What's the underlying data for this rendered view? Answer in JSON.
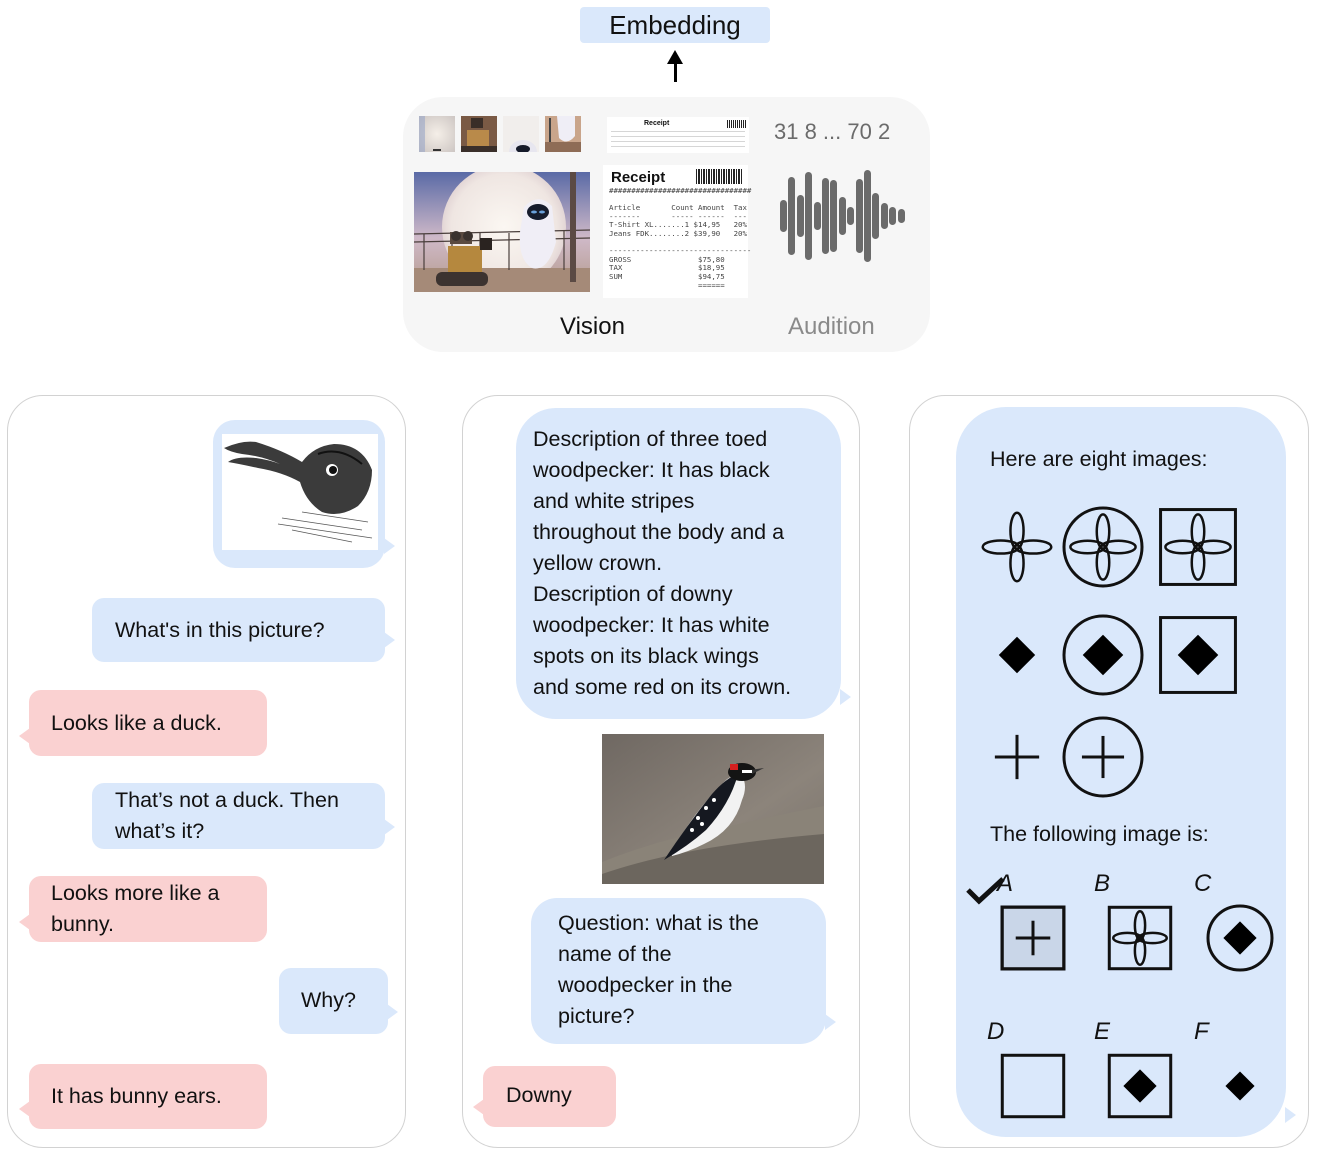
{
  "top": {
    "embedding_label": "Embedding",
    "arrow_icon": "arrow-up-icon",
    "vision_label": "Vision",
    "audition_label": "Audition",
    "audio_tokens": "31 8 ... 70 2",
    "vision_image_description": "Wall-E and EVE in front of a large moon",
    "thumbnail_count": 4,
    "receipt": {
      "title": "Receipt",
      "lines": [
        "################################",
        "",
        "Article       Count Amount  Tax",
        "-------       ----- ------  ---",
        "T-Shirt XL.......1 $14,95   20%",
        "Jeans FDK........2 $39,90   20%",
        "",
        "--------------------------------",
        "GROSS               $75,80",
        "TAX                 $18,95",
        "SUM                 $94,75",
        "                    ======"
      ]
    },
    "waveform_levels": [
      0.35,
      0.85,
      0.45,
      0.95,
      0.3,
      0.82,
      0.78,
      0.42,
      0.2,
      0.8,
      1.0,
      0.5,
      0.28,
      0.2,
      0.15
    ]
  },
  "panel1": {
    "image_description": "duck-rabbit illusion drawing",
    "messages": [
      {
        "role": "user",
        "text": "What's in this picture?"
      },
      {
        "role": "assistant",
        "text": "Looks like a duck."
      },
      {
        "role": "user",
        "text": "That’s not a duck. Then what’s it?"
      },
      {
        "role": "assistant",
        "text": "Looks more like a bunny."
      },
      {
        "role": "user",
        "text": "Why?"
      },
      {
        "role": "assistant",
        "text": "It has bunny ears."
      }
    ]
  },
  "panel2": {
    "context": "Description of three toed woodpecker: It has black and white stripes throughout the body and a yellow crown. Description of downy woodpecker: It has white spots on its black wings and some red on its crown.",
    "context_lines": [
      "Description of three toed",
      "woodpecker: It has black",
      "and white stripes",
      "throughout the body and a",
      "yellow crown.",
      "Description of downy",
      "woodpecker: It has white",
      "spots on its black wings",
      "and some red on its crown."
    ],
    "image_description": "downy woodpecker on a branch",
    "question_lines": [
      "Question: what is the",
      "name of the",
      "woodpecker in the",
      "picture?"
    ],
    "answer": "Downy"
  },
  "panel3": {
    "intro": "Here are eight images:",
    "grid": [
      [
        "flower",
        "flower-circle",
        "flower-square"
      ],
      [
        "diamond",
        "diamond-circle",
        "diamond-square"
      ],
      [
        "cross",
        "cross-circle"
      ]
    ],
    "prompt": "The following image is:",
    "options": [
      {
        "letter": "A",
        "shape": "cross-square",
        "correct": true
      },
      {
        "letter": "B",
        "shape": "flower-square",
        "correct": false
      },
      {
        "letter": "C",
        "shape": "diamond-circle",
        "correct": false
      },
      {
        "letter": "D",
        "shape": "square",
        "correct": false
      },
      {
        "letter": "E",
        "shape": "diamond-square",
        "correct": false
      },
      {
        "letter": "F",
        "shape": "diamond",
        "correct": false
      }
    ],
    "check_icon": "checkmark-icon"
  },
  "colors": {
    "user_bubble": "#dae8fb",
    "assistant_bubble": "#fad1d1",
    "panel_border": "#d2d2d2",
    "modal_bg": "#f6f6f6",
    "audio_gray": "#6b6b6b"
  }
}
